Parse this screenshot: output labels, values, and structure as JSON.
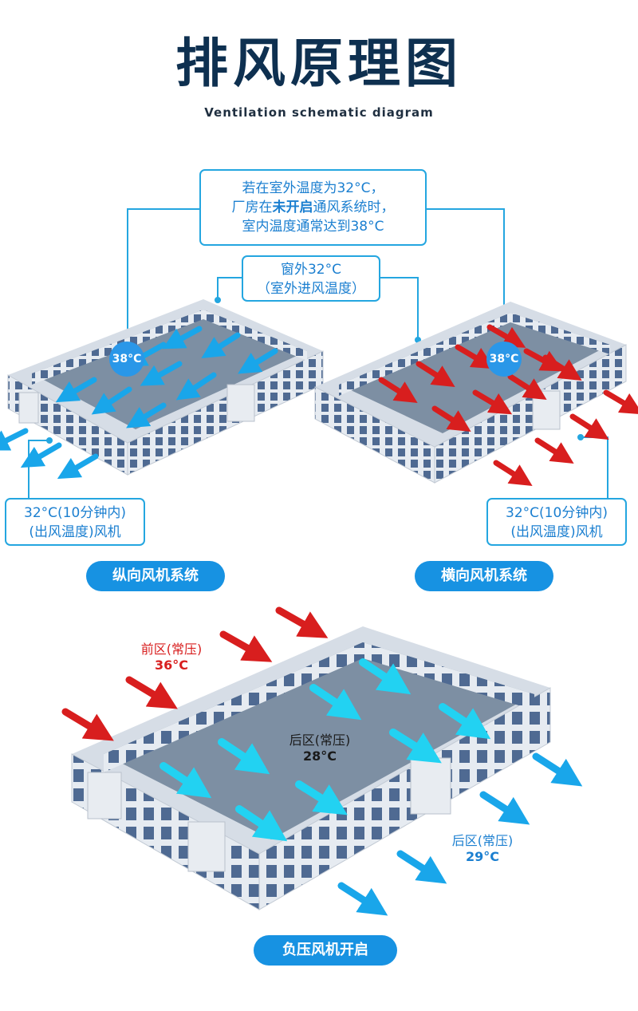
{
  "header": {
    "title": "排风原理图",
    "subtitle": "Ventilation schematic diagram"
  },
  "top_callout": {
    "line1": "若在室外温度为32°C，",
    "line2_prefix": "厂房在",
    "line2_bold": "未开启",
    "line2_suffix": "通风系统时，",
    "line3": "室内温度通常达到38°C"
  },
  "window_callout": {
    "line1": "窗外32°C",
    "line2": "（室外进风温度）"
  },
  "left_system": {
    "badge": "38°C",
    "outlet_line1": "32°C(10分钟内)",
    "outlet_line2": "(出风温度)风机",
    "label": "纵向风机系统"
  },
  "right_system": {
    "badge": "38°C",
    "outlet_line1": "32°C(10分钟内)",
    "outlet_line2": "(出风温度)风机",
    "label": "横向风机系统"
  },
  "bottom_system": {
    "front_zone_label": "前区(常压)",
    "front_zone_temp": "36°C",
    "middle_zone_label": "后区(常压)",
    "middle_zone_temp": "28°C",
    "rear_zone_label": "后区(常压)",
    "rear_zone_temp": "29°C",
    "label": "负压风机开启"
  },
  "colors": {
    "accent": "#1792e2",
    "hot_arrow": "#d81e1e",
    "cool_arrow": "#19a6ea",
    "roof": "#7d8fa3",
    "title": "#0e3050"
  }
}
